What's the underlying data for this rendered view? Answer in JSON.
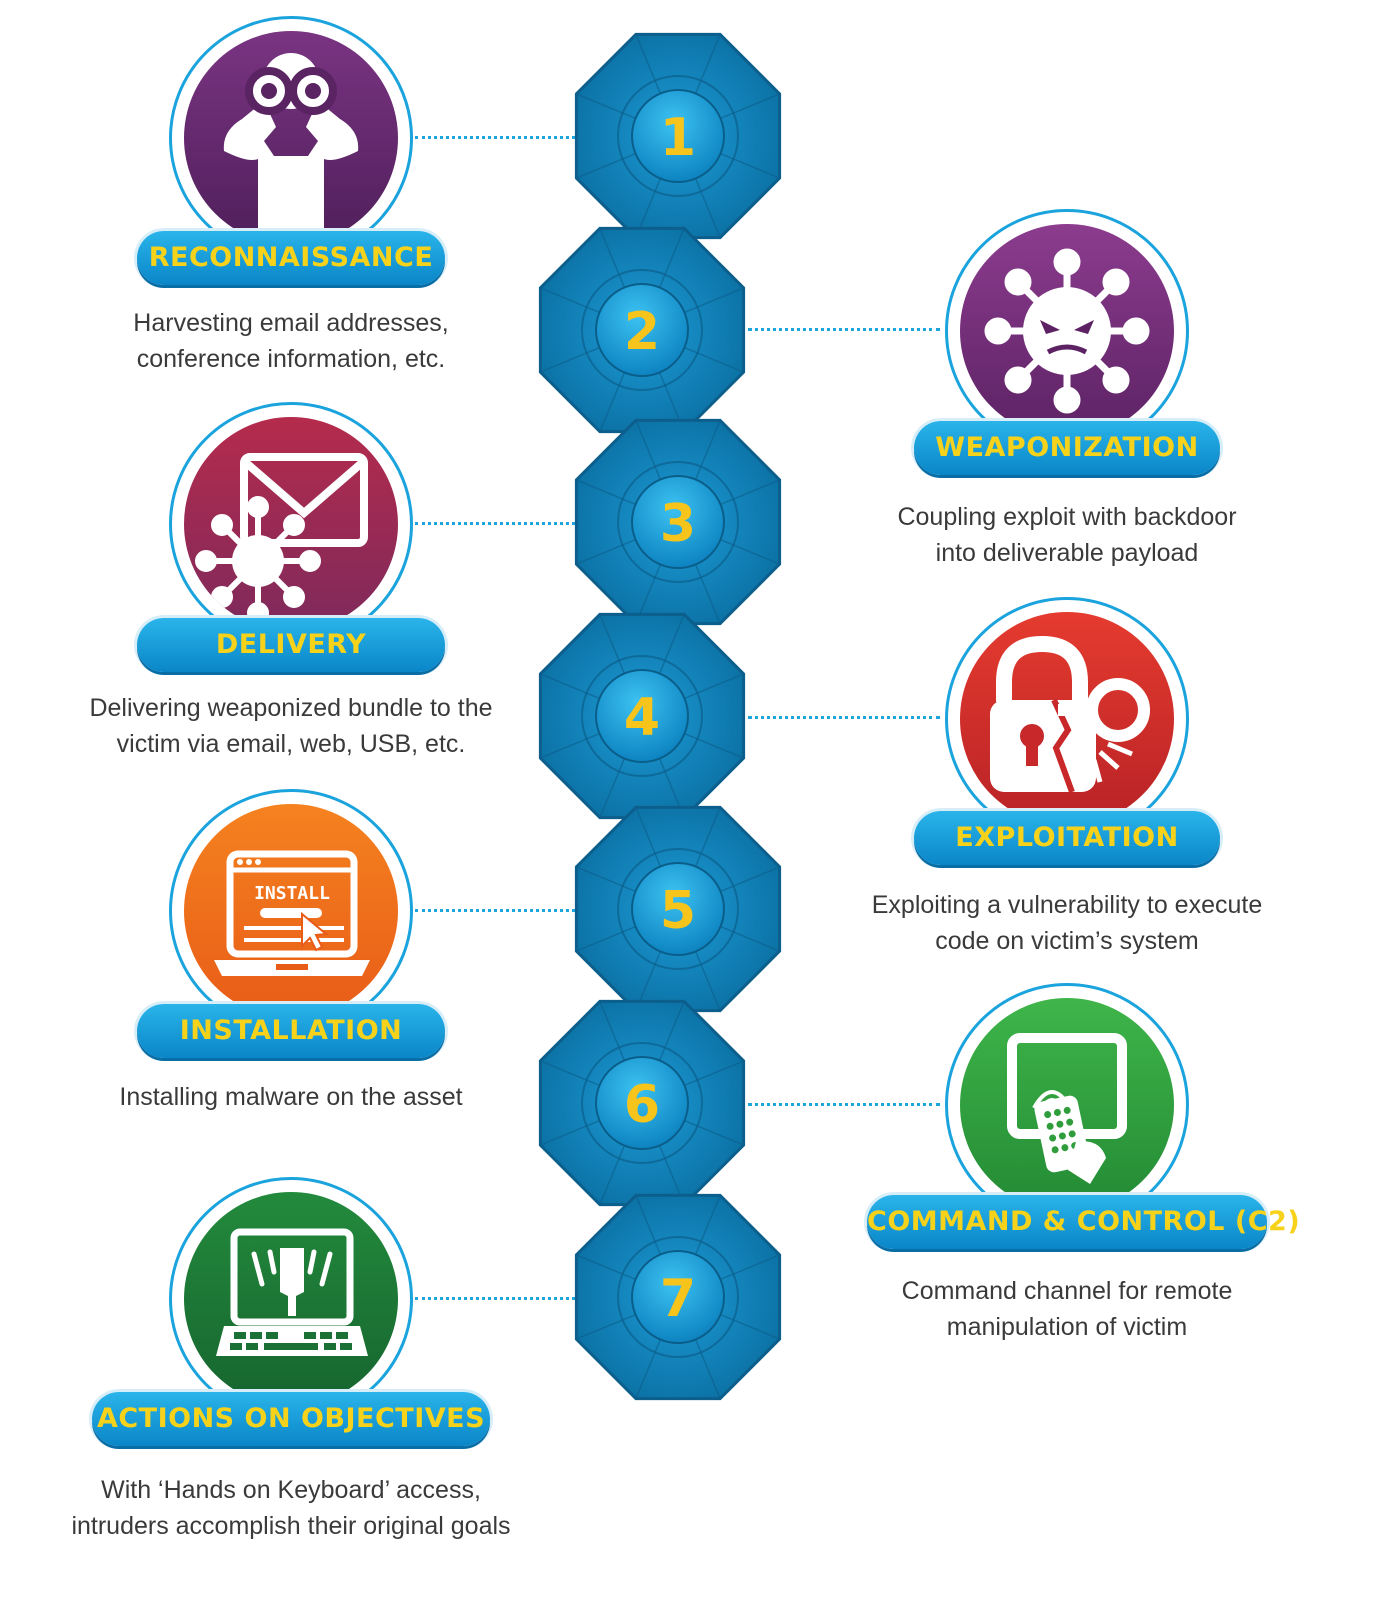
{
  "colors": {
    "accent": "#1ea6dc",
    "label_text": "#f7d21b",
    "octagon": "#0f86c0",
    "number": "#f7c41c"
  },
  "steps": [
    {
      "number": "1",
      "title": "RECONNAISSANCE",
      "lines": [
        "Harvesting email addresses,",
        "conference information, etc."
      ],
      "icon": "binoculars-person-icon",
      "color": "#6b2b73"
    },
    {
      "number": "2",
      "title": "WEAPONIZATION",
      "lines": [
        "Coupling exploit with backdoor",
        "into deliverable payload"
      ],
      "icon": "virus-icon",
      "color": "#7d2f7e"
    },
    {
      "number": "3",
      "title": "DELIVERY",
      "lines": [
        "Delivering weaponized bundle to the",
        "victim via email, web, USB, etc."
      ],
      "icon": "email-virus-icon",
      "color": "#a02a55"
    },
    {
      "number": "4",
      "title": "EXPLOITATION",
      "lines": [
        "Exploiting a vulnerability to execute",
        "code on victim’s system"
      ],
      "icon": "broken-lock-icon",
      "color": "#d32c2c"
    },
    {
      "number": "5",
      "title": "INSTALLATION",
      "lines": [
        "Installing malware on the asset"
      ],
      "icon": "laptop-install-icon",
      "color": "#ef6e1c",
      "screen_text": "INSTALL"
    },
    {
      "number": "6",
      "title": "COMMAND & CONTROL (C2)",
      "lines": [
        "Command channel for remote",
        "manipulation of victim"
      ],
      "icon": "remote-control-icon",
      "color": "#2f9d3c"
    },
    {
      "number": "7",
      "title": "ACTIONS ON OBJECTIVES",
      "lines": [
        "With ‘Hands on Keyboard’ access,",
        "intruders accomplish their original goals"
      ],
      "icon": "hand-keyboard-icon",
      "color": "#1f7a3a"
    }
  ]
}
